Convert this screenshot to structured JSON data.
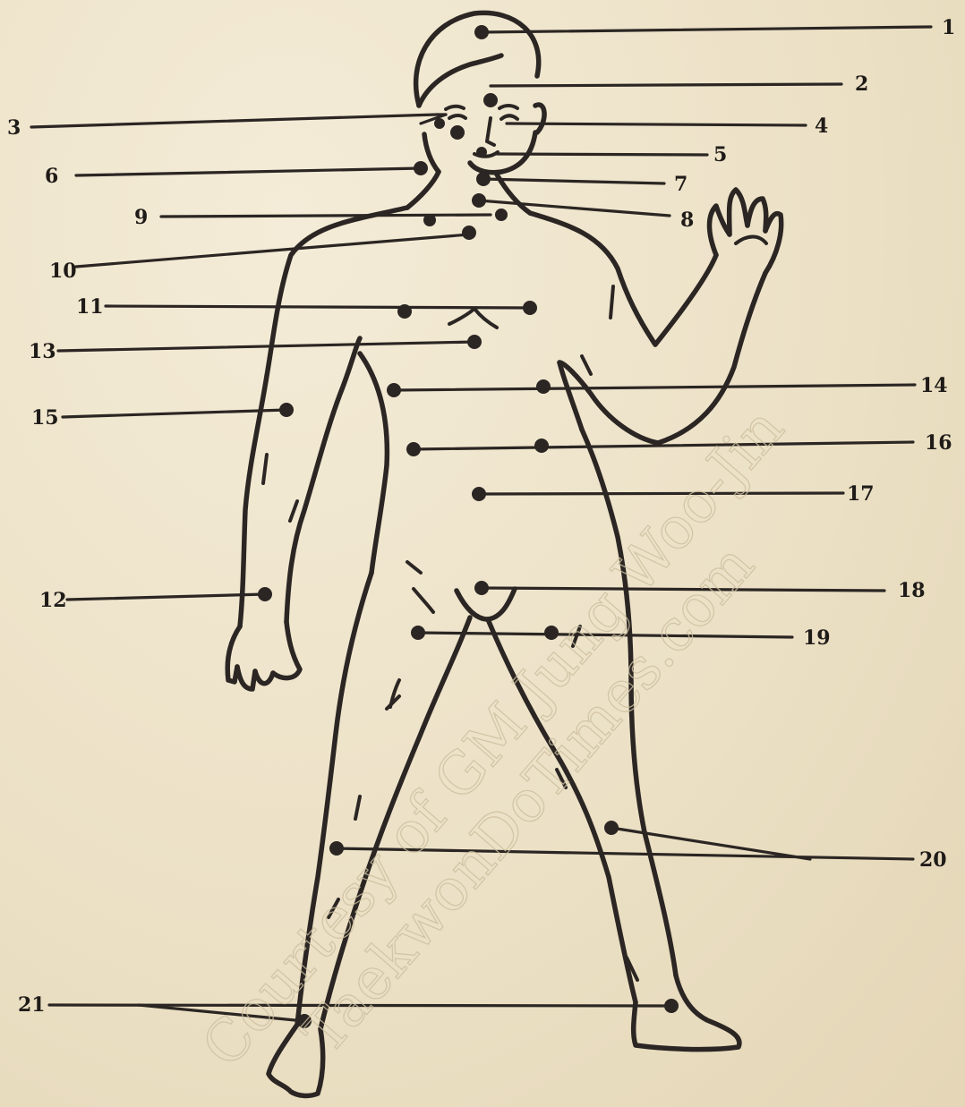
{
  "diagram": {
    "labels": [
      "1",
      "2",
      "3",
      "4",
      "5",
      "6",
      "7",
      "8",
      "9",
      "10",
      "11",
      "12",
      "13",
      "14",
      "15",
      "16",
      "17",
      "18",
      "19",
      "20",
      "21"
    ]
  },
  "watermark": {
    "line1": "Courtesy of GM Jung Woo-Jin",
    "line2": "TaekwonDoTimes.com"
  },
  "colors": {
    "ink": "#2b2623",
    "paper": "#efe6cf",
    "watermark": "#cdbf9f"
  }
}
